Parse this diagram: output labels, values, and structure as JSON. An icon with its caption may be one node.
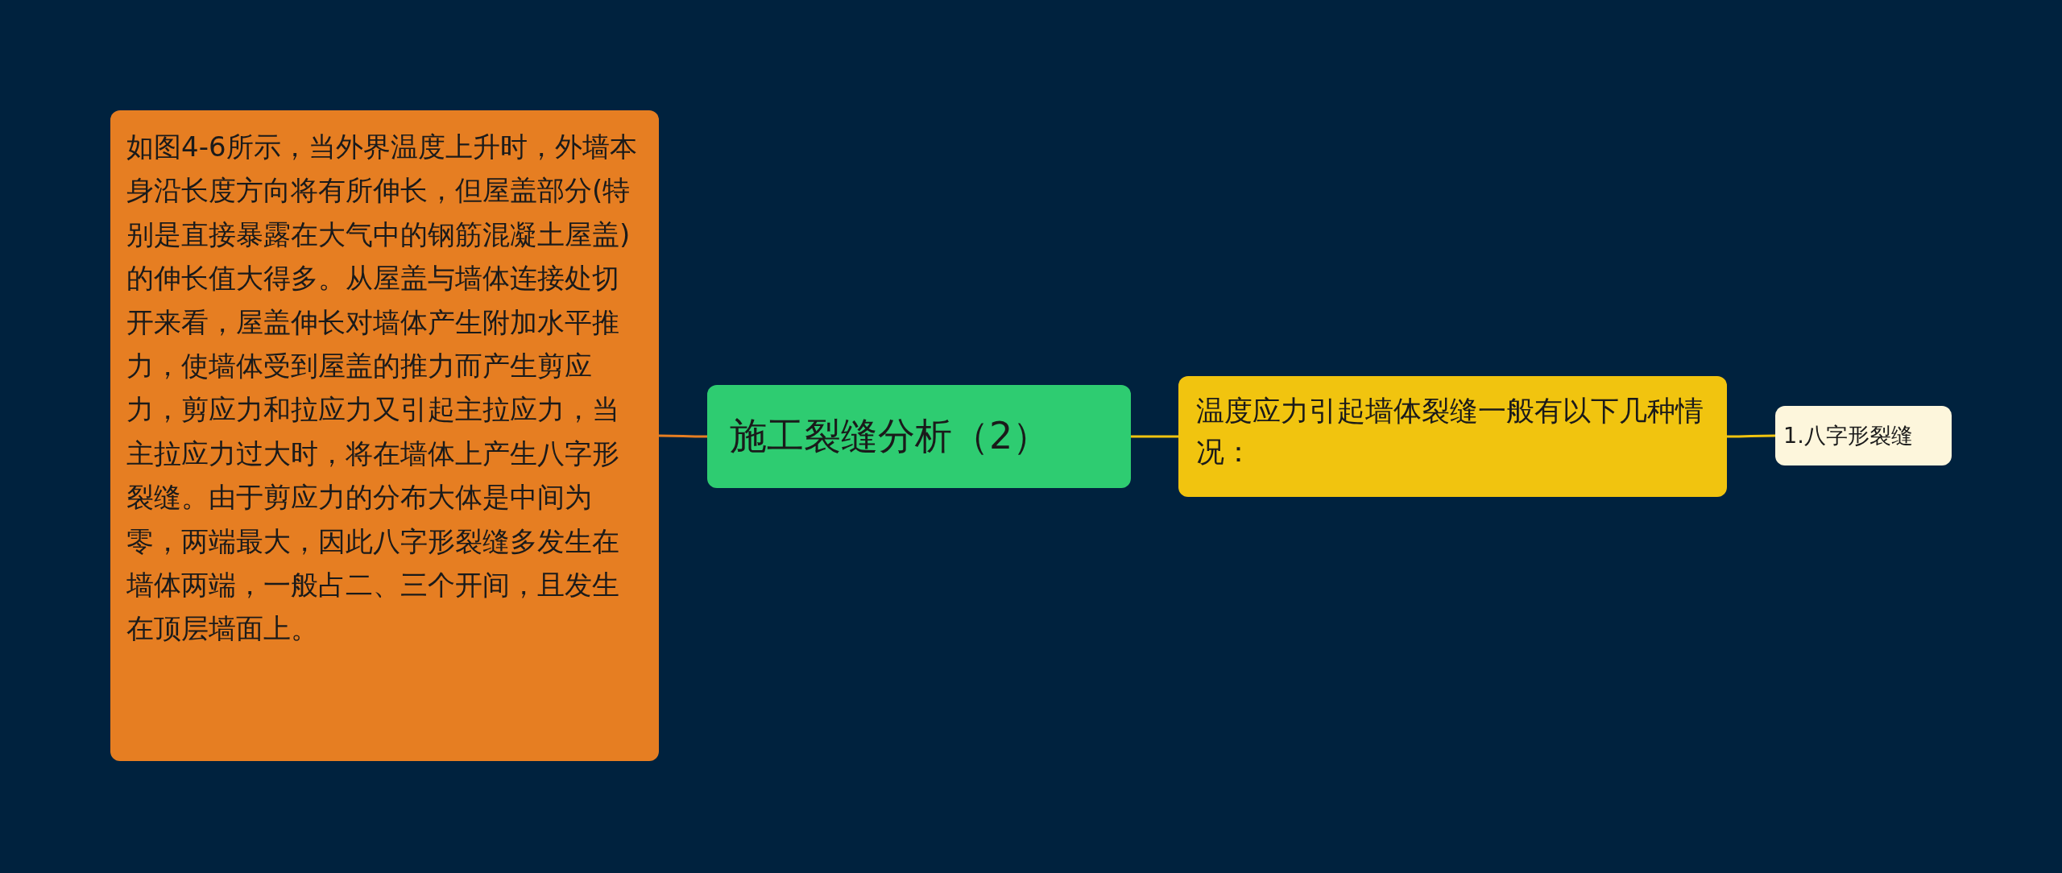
{
  "diagram": {
    "nodes": [
      {
        "text": [
          "施工裂缝分析（2）"
        ]
      },
      {
        "text": [
          "如图4-6所示，当外界温度上升时，外墙本身沿长度方向将有所伸长，但屋盖部分(特别是直接暴露在大气中的钢筋混凝土屋盖)的伸长值大得多。从屋盖与墙体连接处切开来看，屋盖伸长对墙体产生附加水平推力，使墙体受到屋盖的推力而产生剪应力，剪应力和拉应力又引起主拉应力，当主拉应力过大时，将在墙体上产生八字形裂缝。由于剪应力的分布大体是中间为零，两端最大，因此八字形裂缝多发生在墙体两端，一般占二、三个开间，且发生在顶层墙面上。"
        ]
      },
      {
        "text": [
          "温度应力引起墙体裂缝一般有以下几种情况："
        ]
      },
      {
        "text": [
          "1.八字形裂缝"
        ]
      }
    ],
    "edges": [
      {
        "from": 0,
        "to": 1,
        "arrow": "none",
        "color": "#e67e22"
      },
      {
        "from": 0,
        "to": 2,
        "arrow": "none"
      },
      {
        "from": 2,
        "to": 3,
        "arrow": "none"
      }
    ]
  }
}
